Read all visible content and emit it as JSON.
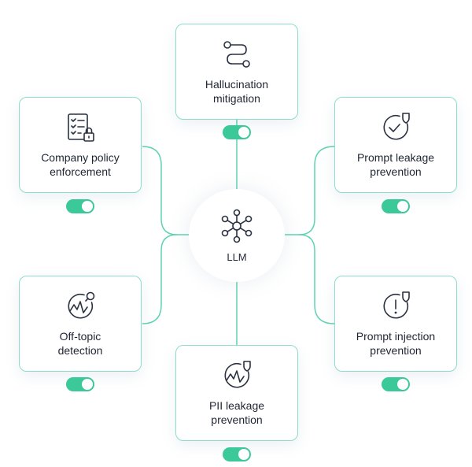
{
  "hub": {
    "label": "LLM",
    "icon": "network-icon"
  },
  "cards": [
    {
      "id": "hallucination",
      "label": "Hallucination\nmitigation",
      "icon": "route-icon",
      "enabled": true
    },
    {
      "id": "company-policy",
      "label": "Company policy\nenforcement",
      "icon": "checklist-lock-icon",
      "enabled": true
    },
    {
      "id": "prompt-leakage",
      "label": "Prompt leakage\nprevention",
      "icon": "check-shield-icon",
      "enabled": true
    },
    {
      "id": "off-topic",
      "label": "Off-topic\ndetection",
      "icon": "chart-magnifier-icon",
      "enabled": true
    },
    {
      "id": "prompt-injection",
      "label": "Prompt injection\nprevention",
      "icon": "alert-shield-icon",
      "enabled": true
    },
    {
      "id": "pii-leakage",
      "label": "PII leakage\nprevention",
      "icon": "chart-shield-icon",
      "enabled": true
    }
  ],
  "colors": {
    "accent": "#3cc99a",
    "border": "#8fdcc9",
    "connector": "#5fd3b3",
    "text": "#1f2533"
  }
}
